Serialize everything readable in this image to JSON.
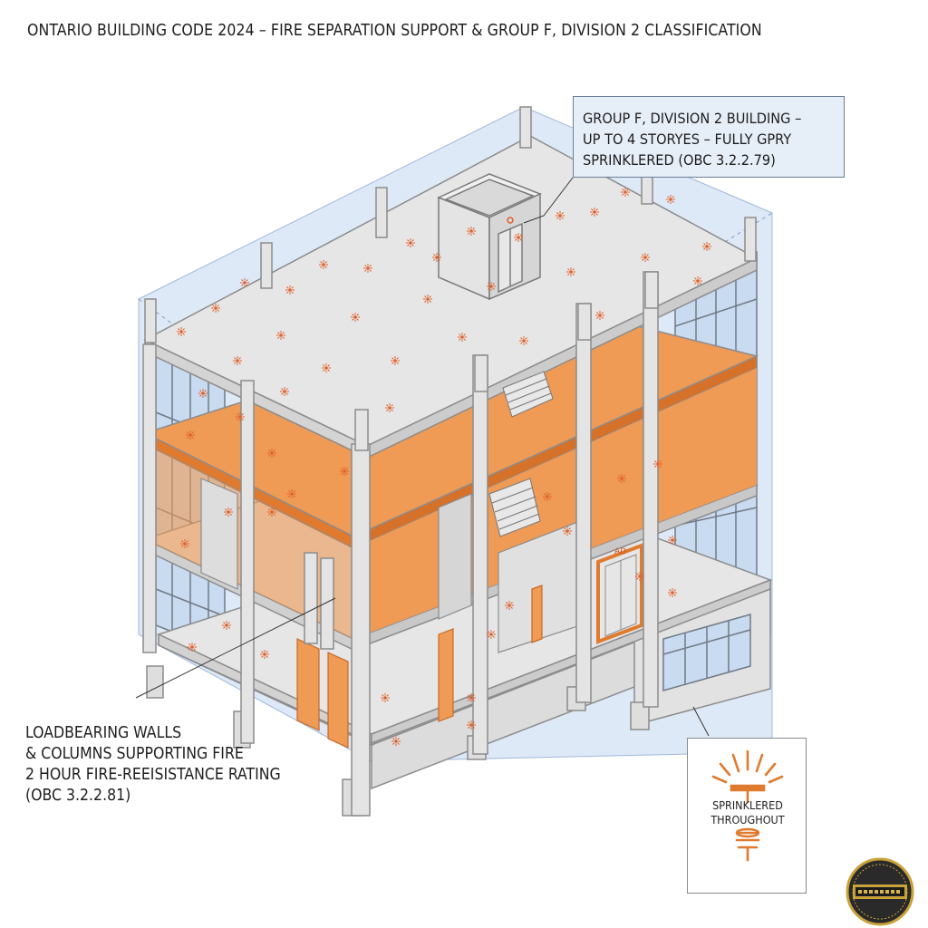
{
  "title": "ONTARIO BUILDING CODE 2024 – FIRE SEPARATION SUPPORT & GROUP F, DIVISION 2 CLASSIFICATION",
  "callout_top": {
    "lines": [
      "GROUP F, DIVISION 2 BUILDING –",
      "UP TO 4 STORYES – FULLY GPRY",
      "SPRINKLERED (OBC 3.2.2.79)"
    ]
  },
  "callout_left": {
    "lines": [
      "LOADBEARING WALLS",
      "& COLUMNS SUPPORTING FIRE",
      "2 HOUR FIRE-REEISISTANCE RATING",
      "(OBC 3.2.2.81)"
    ]
  },
  "sprinkler_legend": {
    "lines": [
      "SPRINKLERED",
      "THROUGHOUT"
    ],
    "icon": "sprinkler-head-icon"
  },
  "door_label": "AD",
  "seal": {
    "icon": "certification-seal-icon"
  },
  "colors": {
    "fire_separation": "#ef9a55",
    "fire_separation_dark": "#e07a2e",
    "concrete": "#e2e2e2",
    "concrete_edge": "#8c8c8c",
    "glass": "#cfdff2",
    "envelope": "#d3e2f4",
    "sprinkler": "#e0602a",
    "callout_border": "#6c7e98"
  }
}
